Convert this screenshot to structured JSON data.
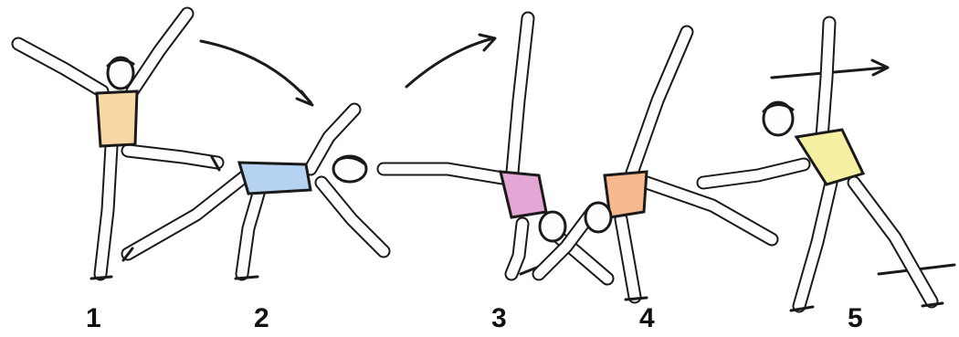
{
  "step_labels": [
    "1",
    "2",
    "3",
    "4",
    "5"
  ],
  "colors": {
    "figure_1_top": "#f9d8a6",
    "figure_2_top": "#b6d2f2",
    "figure_3_top": "#e4a6d4",
    "figure_4_top": "#f6b98e",
    "figure_5_top": "#f6f1a2",
    "ink": "#1a1a1a"
  }
}
